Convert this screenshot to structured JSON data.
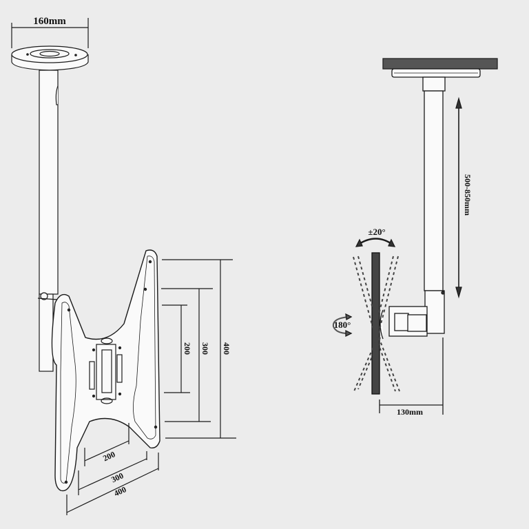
{
  "left_view": {
    "base_diameter_label": "160mm",
    "vertical_dims": [
      "200",
      "300",
      "400"
    ],
    "horizontal_dims": [
      "200",
      "300",
      "400"
    ]
  },
  "right_view": {
    "tilt_label": "±20°",
    "swivel_label": "180°",
    "height_range_label": "500-850mm",
    "depth_label": "130mm"
  },
  "colors": {
    "background": "#ececec",
    "line": "#1a1a1a",
    "part_fill": "#fafafa",
    "ceiling": "#555555"
  }
}
